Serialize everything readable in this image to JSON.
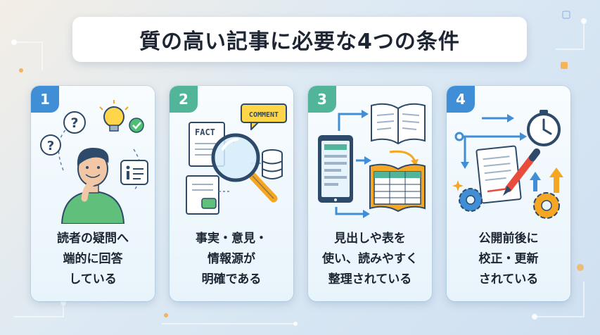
{
  "title": "質の高い記事に必要な4つの条件",
  "cards": [
    {
      "number": "1",
      "lines": [
        "読者の疑問へ",
        "端的に回答",
        "している"
      ],
      "icon": "person-thinking-icon"
    },
    {
      "number": "2",
      "lines": [
        "事実・意見・",
        "情報源が",
        "明確である"
      ],
      "icon": "magnifier-documents-icon",
      "labels": {
        "fact": "FACT",
        "comment": "COMMENT"
      }
    },
    {
      "number": "3",
      "lines": [
        "見出しや表を",
        "使い、読みやすく",
        "整理されている"
      ],
      "icon": "tablet-book-table-icon"
    },
    {
      "number": "4",
      "lines": [
        "公開前後に",
        "校正・更新",
        "されている"
      ],
      "icon": "clock-pen-gear-icon"
    }
  ],
  "colors": {
    "blue": "#3f8ed6",
    "green": "#52b59a",
    "orange": "#f5a623",
    "text": "#1d2533"
  }
}
